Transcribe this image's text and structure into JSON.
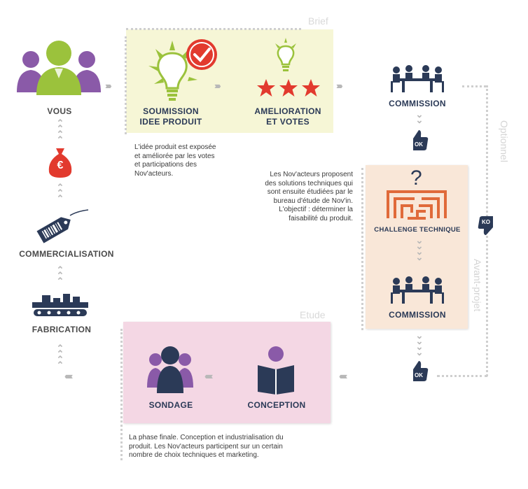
{
  "panels": {
    "brief": "Brief",
    "etude": "Etude",
    "avant_projet": "Avant-projet",
    "optionnel": "Optionnel"
  },
  "nodes": {
    "vous": "VOUS",
    "soumission": [
      "SOUMISSION",
      "IDEE PRODUIT"
    ],
    "amelioration": [
      "AMELIORATION",
      "ET VOTES"
    ],
    "commission_top": "COMMISSION",
    "challenge": "CHALLENGE TECHNIQUE",
    "commission_mid": "COMMISSION",
    "conception": "CONCEPTION",
    "sondage": "SONDAGE",
    "fabrication": "FABRICATION",
    "commercialisation": "COMMERCIALISATION"
  },
  "badges": {
    "ok": "OK",
    "ko": "KO",
    "euro": "€",
    "question": "?"
  },
  "descriptions": {
    "brief": [
      "L'idée produit est exposée",
      "et améliorée par les votes",
      "et participations des",
      "Nov'acteurs."
    ],
    "avant_projet": [
      "Les Nov'acteurs proposent",
      "des solutions techniques qui",
      "sont ensuite étudiées par le",
      "bureau d'étude de Nov'in.",
      "L'objectif : déterminer la",
      "faisabilité du produit."
    ],
    "etude": [
      "La phase finale. Conception et industrialisation du",
      "produit. Les Nov'acteurs participent sur un certain",
      "nombre de choix techniques et marketing."
    ]
  },
  "arrows": {
    "right": "›››››",
    "left": "‹‹‹‹‹‹‹"
  },
  "colors": {
    "brief_bg": "#f6f6d6",
    "avant_projet_bg": "#f9e7d8",
    "etude_bg": "#f4d7e4",
    "navy": "#2b3a57",
    "purple": "#8a5aa8",
    "green": "#9bc23c",
    "red": "#e23a2e",
    "orange": "#e06a3a"
  }
}
